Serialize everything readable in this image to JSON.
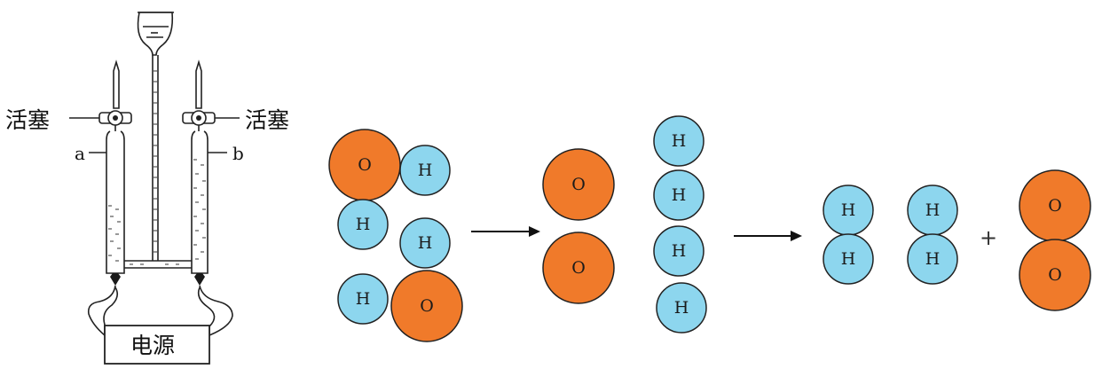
{
  "apparatus": {
    "stopcock_left_label": "活塞",
    "stopcock_right_label": "活塞",
    "tube_a_label": "a",
    "tube_b_label": "b",
    "power_label": "电源"
  },
  "atoms": {
    "oxygen_symbol": "O",
    "hydrogen_symbol": "H",
    "oxygen_color": "#f07a2a",
    "hydrogen_color": "#8dd6ee"
  },
  "reaction": {
    "plus_sign": "+"
  }
}
